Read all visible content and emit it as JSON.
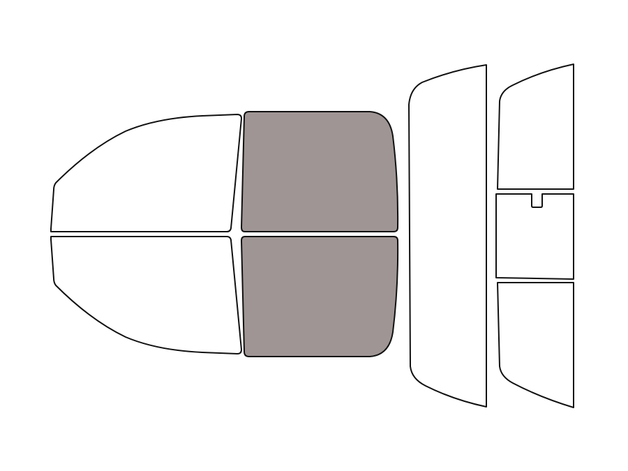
{
  "diagram": {
    "kind": "vehicle-window-tint-diagram",
    "colors": {
      "background": "#ffffff",
      "outline": "#111111",
      "selected_fill": "#9e9594",
      "unselected_fill": "#ffffff"
    },
    "panes": [
      {
        "id": "driver-front-window",
        "selected": false
      },
      {
        "id": "passenger-front-window",
        "selected": false
      },
      {
        "id": "driver-rear-window",
        "selected": true
      },
      {
        "id": "passenger-rear-window",
        "selected": true
      },
      {
        "id": "windshield",
        "selected": false
      },
      {
        "id": "back-window-upper",
        "selected": false
      },
      {
        "id": "back-window-center",
        "selected": false
      },
      {
        "id": "back-window-lower",
        "selected": false
      }
    ]
  }
}
